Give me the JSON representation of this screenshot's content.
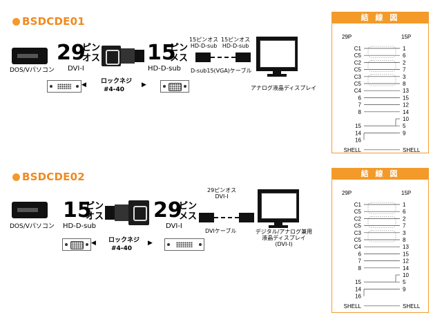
{
  "sections": [
    {
      "id": "bsdcde01",
      "title": "BSDCDE01",
      "pc_label": "DOS/Vパソコン",
      "left_pins": "29",
      "left_pin_word_1": "ピン",
      "left_pin_word_2": "オス",
      "left_type": "DVI-I",
      "right_pins": "15",
      "right_pin_word_1": "ピン",
      "right_pin_word_2": "メス",
      "right_type": "HD-D-sub",
      "screw_label_1": "ロックネジ",
      "screw_label_2": "#4-40",
      "cable_end_1a": "15ピンオス",
      "cable_end_1b": "HD-D-sub",
      "cable_end_2a": "15ピンオス",
      "cable_end_2b": "HD-D-sub",
      "cable_label": "D-sub15(VGA)ケーブル",
      "monitor_label_1": "アナログ液晶ディスプレイ",
      "monitor_label_2": "",
      "monitor_label_3": ""
    },
    {
      "id": "bsdcde02",
      "title": "BSDCDE02",
      "pc_label": "DOS/Vパソコン",
      "left_pins": "15",
      "left_pin_word_1": "ピン",
      "left_pin_word_2": "オス",
      "left_type": "HD-D-sub",
      "right_pins": "29",
      "right_pin_word_1": "ピン",
      "right_pin_word_2": "メス",
      "right_type": "DVI-I",
      "screw_label_1": "ロックネジ",
      "screw_label_2": "#4-40",
      "cable_end_1a": "29ピンオス",
      "cable_end_1b": "DVI-I",
      "cable_label": "DVIケーブル",
      "monitor_label_1": "デジタル/アナログ兼用",
      "monitor_label_2": "液晶ディスプレイ",
      "monitor_label_3": "(DVI-I)"
    }
  ],
  "wiring": {
    "header": "結 線 図",
    "left_head": "29P",
    "right_head": "15P",
    "left_pins": [
      "C1",
      "C5",
      "C2",
      "C5",
      "C3",
      "C5",
      "C4",
      "6",
      "7",
      "8",
      "",
      "15",
      "14",
      "16",
      "SHELL"
    ],
    "right_pins": [
      "1",
      "6",
      "2",
      "7",
      "3",
      "8",
      "13",
      "15",
      "12",
      "14",
      "10",
      "5",
      "9",
      "",
      "SHELL"
    ]
  },
  "colors": {
    "accent": "#f39a2a",
    "title": "#ef8a1e",
    "device": "#111111"
  }
}
